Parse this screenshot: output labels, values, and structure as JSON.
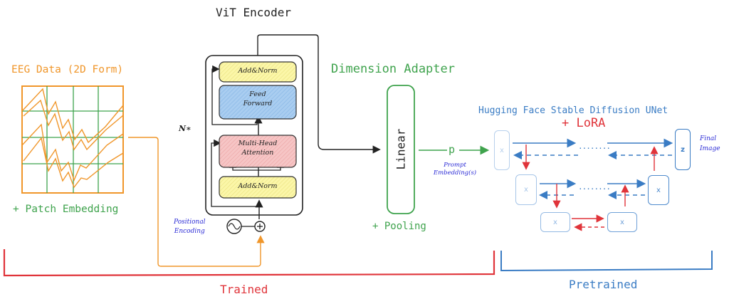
{
  "colors": {
    "orange": "#f0962a",
    "green": "#3fa34d",
    "blue": "#3a7cc4",
    "red": "#e0343a",
    "indigo": "#2b2bd6",
    "dark": "#222222",
    "yellow_fill": "#fbf6a8",
    "blue_fill": "#a9cdf0",
    "red_fill": "#f6c5c5"
  },
  "eeg": {
    "title": "EEG Data (2D Form)",
    "caption": "+ Patch Embedding"
  },
  "vit": {
    "title": "ViT Encoder",
    "repeat_label": "N∗",
    "blocks": {
      "add_norm_top": "Add&Norm",
      "feed_forward": "Feed\nForward",
      "multi_head_attention": "Multi-Head\nAttention",
      "add_norm_bottom": "Add&Norm"
    },
    "positional_encoding": "Positional\nEncoding",
    "plus_symbol": "+",
    "sine_symbol": "~"
  },
  "adapter": {
    "title": "Dimension Adapter",
    "linear_label": "Linear",
    "caption": "+ Pooling",
    "p_label": "p",
    "prompt_label": "Prompt\nEmbedding(s)"
  },
  "unet": {
    "title": "Hugging Face Stable Diffusion UNet",
    "lora": "+ LoRA",
    "node_label": "x",
    "output_label": "z",
    "final_label": "Final\nImage",
    "dots": "........"
  },
  "brackets": {
    "trained": "Trained",
    "pretrained": "Pretrained"
  }
}
